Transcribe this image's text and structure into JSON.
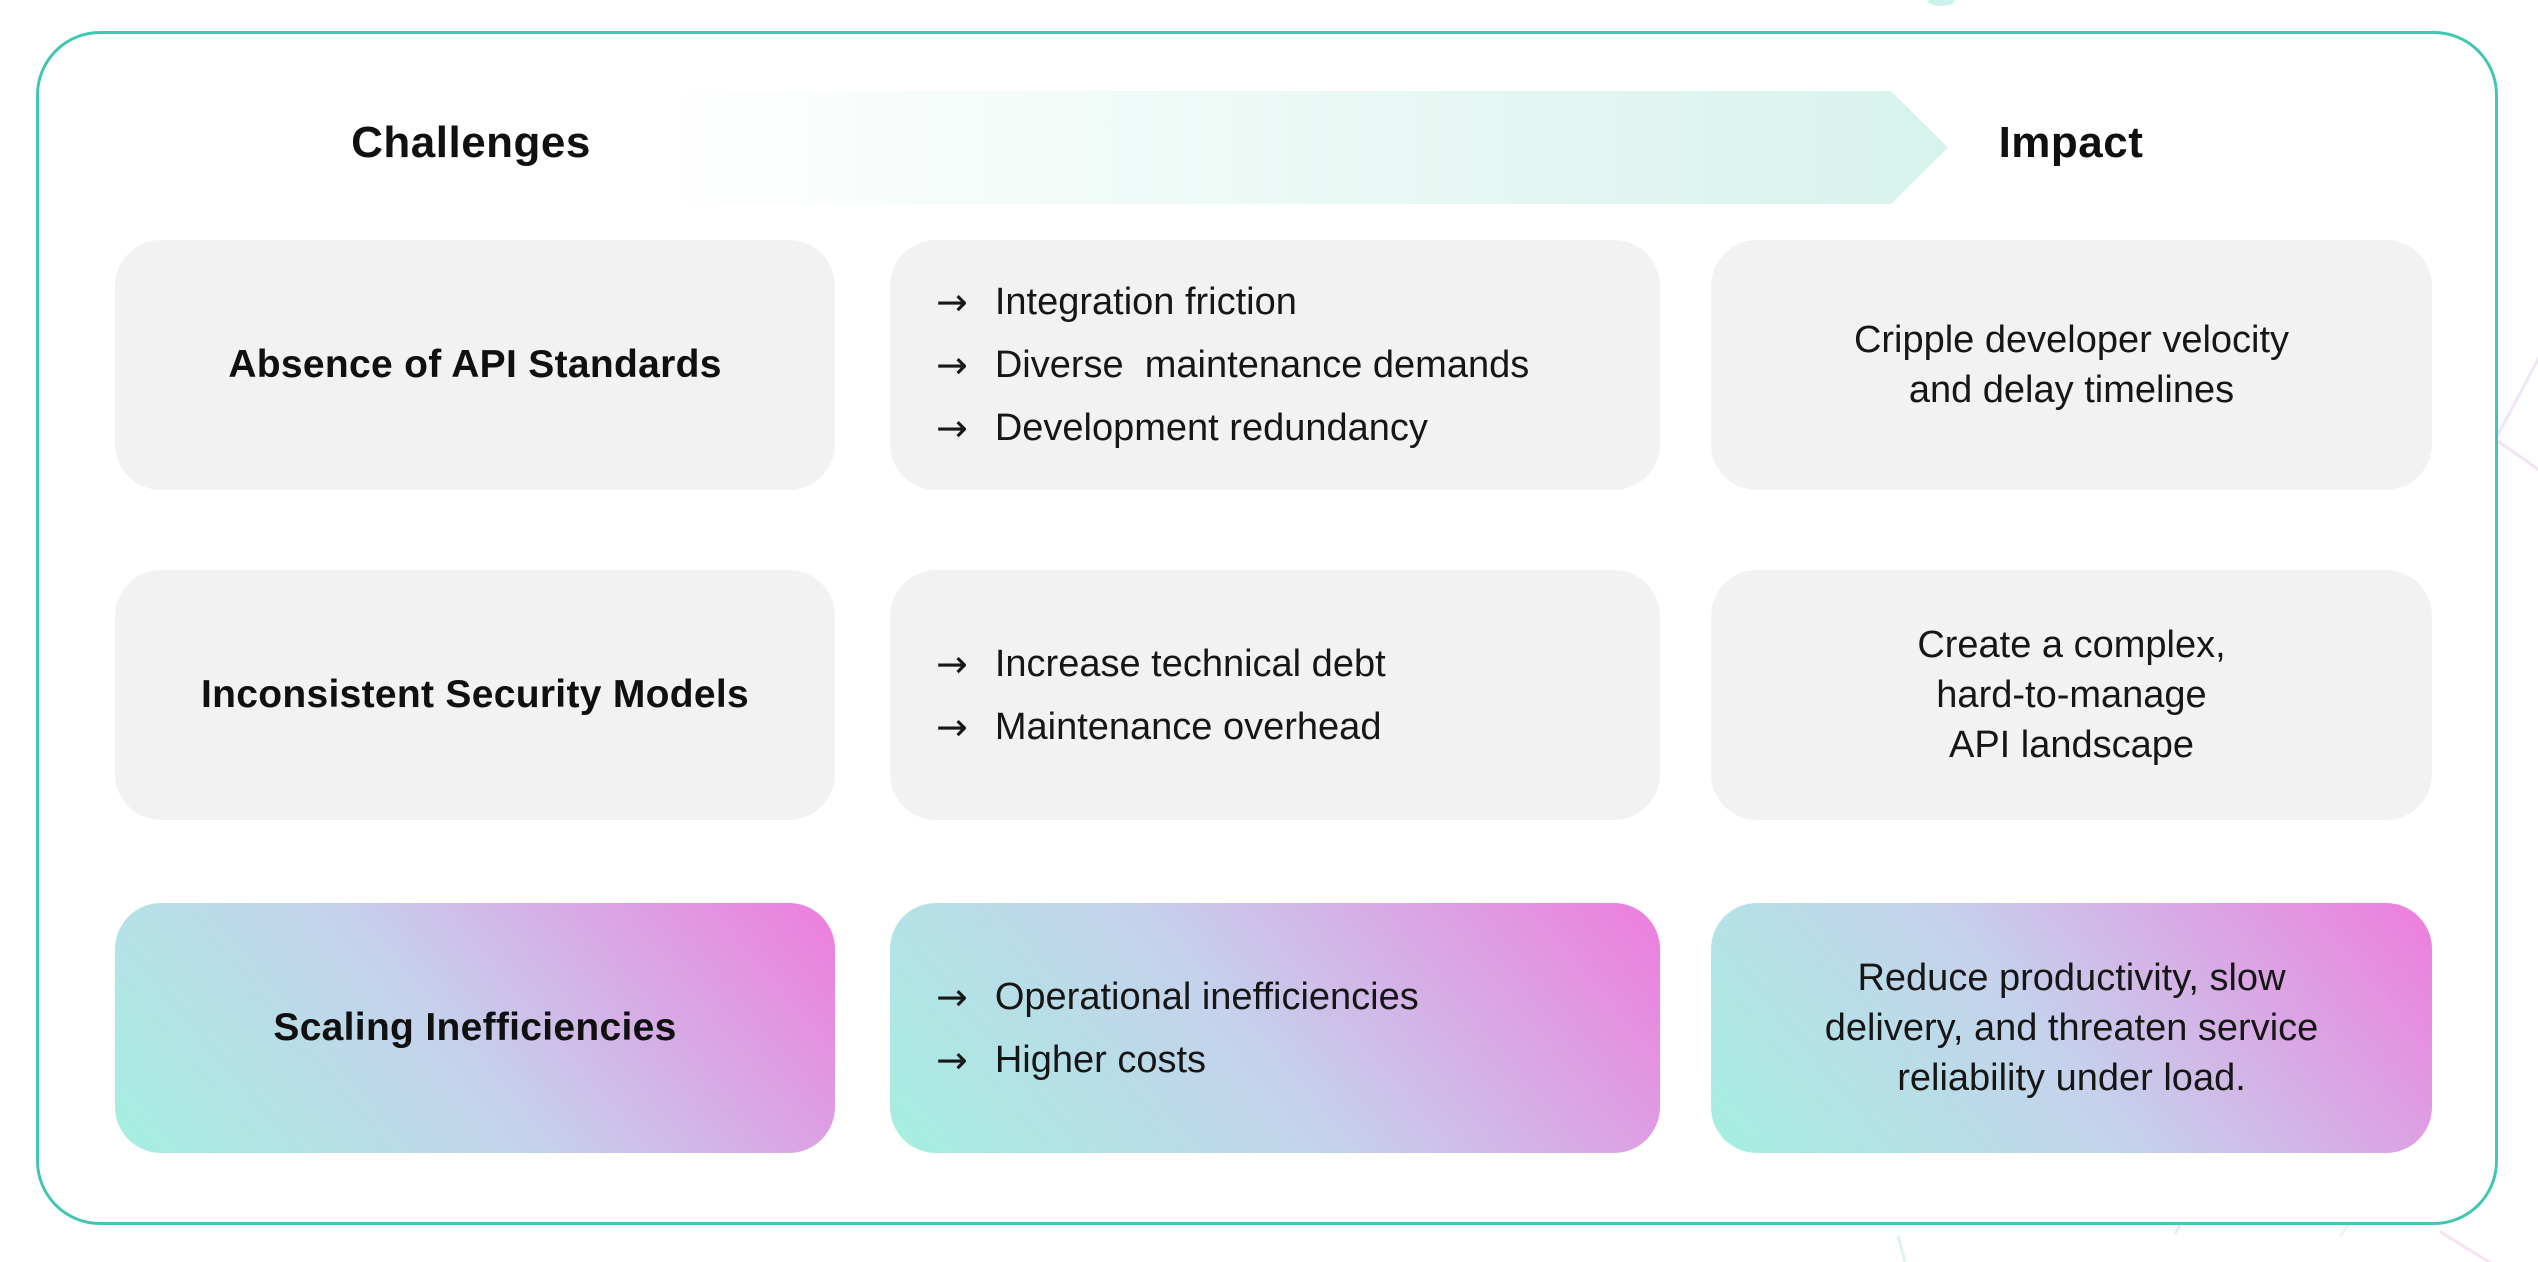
{
  "header": {
    "challenges_label": "Challenges",
    "impact_label": "Impact"
  },
  "icons": {
    "bullet_arrow": "→"
  },
  "rows": [
    {
      "challenge": "Absence of API Standards",
      "details": [
        "Integration friction",
        "Diverse  maintenance demands",
        "Development redundancy"
      ],
      "impact_lines": [
        "Cripple developer velocity",
        "and delay timelines"
      ],
      "highlighted": false
    },
    {
      "challenge": "Inconsistent Security Models",
      "details": [
        "Increase technical debt",
        "Maintenance overhead"
      ],
      "impact_lines": [
        "Create a complex,",
        "hard-to-manage",
        "API landscape"
      ],
      "highlighted": false
    },
    {
      "challenge": "Scaling Inefficiencies",
      "details": [
        "Operational inefficiencies",
        "Higher costs"
      ],
      "impact_lines": [
        "Reduce productivity, slow",
        "delivery, and threaten service",
        "reliability under load."
      ],
      "highlighted": true
    }
  ],
  "colors": {
    "teal_border": "#41c6b2",
    "band_mint": "#d7f2ec",
    "card_gray": "#f2f2f2",
    "gradient_mint": "#a5efe0",
    "gradient_lavender": "#c5d2ec",
    "gradient_pink": "#ee7cdd",
    "text_dark": "#141414"
  }
}
